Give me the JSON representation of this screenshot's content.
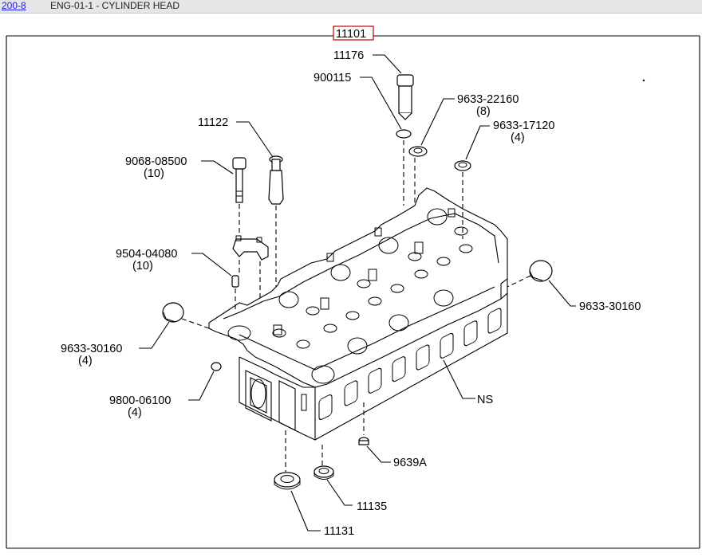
{
  "header": {
    "link_text": "200-8",
    "title": "ENG-01-1 - CYLINDER HEAD"
  },
  "diagram": {
    "assembly_callout": "11101",
    "callouts": {
      "c11176": "11176",
      "c900115": "900115",
      "c9633_22160": "9633-22160",
      "q8": "(8)",
      "c9633_17120": "9633-17120",
      "q4a": "(4)",
      "c11122": "11122",
      "c9068_08500": "9068-08500",
      "q10a": "(10)",
      "c9504_04080": "9504-04080",
      "q10b": "(10)",
      "c9633_30160_right": "9633-30160",
      "c9633_30160_left": "9633-30160",
      "q4b": "(4)",
      "c9800_06100": "9800-06100",
      "q4c": "(4)",
      "cNS": "NS",
      "c9639A": "9639A",
      "c11135": "11135",
      "c11131": "11131"
    }
  },
  "colors": {
    "header_bg": "#e6e6e6",
    "link": "#1a1aee",
    "assembly_box": "#c00000"
  }
}
